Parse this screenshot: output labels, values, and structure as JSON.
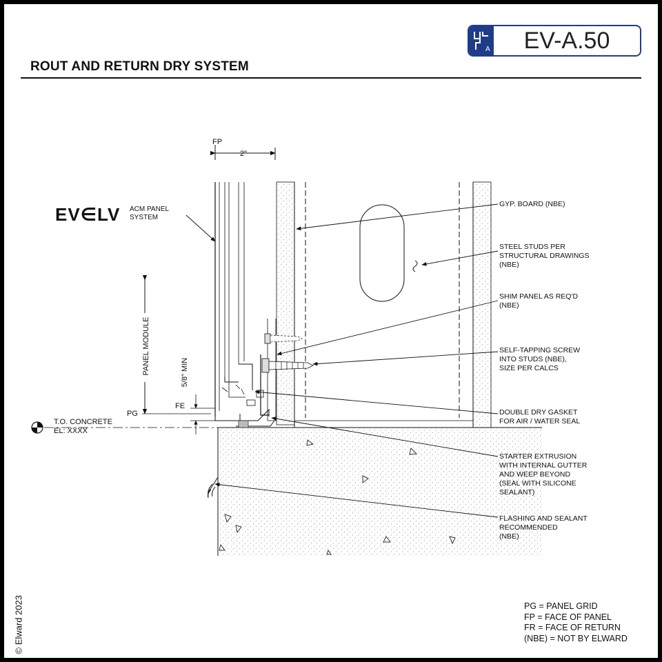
{
  "sheet": {
    "number": "EV-A.50",
    "title": "ROUT AND RETURN DRY SYSTEM",
    "copyright": "© Elward 2023",
    "brand_color": "#1f3c88"
  },
  "brand": {
    "name": "EV∈LV",
    "subtitle_line1": "ACM PANEL",
    "subtitle_line2": "SYSTEM"
  },
  "dimensions": {
    "fp": "FP",
    "width": "2\"",
    "fe": "FE",
    "pg": "PG",
    "panel_module": "PANEL MODULE",
    "min_frac_num": "5",
    "min_frac_den": "8",
    "min_unit": "\"",
    "min_text": "MIN"
  },
  "elevation": {
    "line1": "T.O. CONCRETE",
    "line2": "EL: XXXX"
  },
  "callouts": [
    {
      "lines": [
        "GYP. BOARD (NBE)"
      ]
    },
    {
      "lines": [
        "STEEL STUDS PER",
        "STRUCTURAL DRAWINGS",
        "(NBE)"
      ]
    },
    {
      "lines": [
        "SHIM PANEL AS REQ'D",
        "(NBE)"
      ]
    },
    {
      "lines": [
        "SELF-TAPPING SCREW",
        "INTO STUDS (NBE),",
        "SIZE PER CALCS"
      ]
    },
    {
      "lines": [
        "DOUBLE DRY GASKET",
        "FOR AIR / WATER SEAL"
      ]
    },
    {
      "lines": [
        "STARTER EXTRUSION",
        "WITH INTERNAL GUTTER",
        "AND WEEP BEYOND",
        "(SEAL WITH SILICONE",
        "SEALANT)"
      ]
    },
    {
      "lines": [
        "FLASHING AND SEALANT",
        "RECOMMENDED",
        "(NBE)"
      ]
    }
  ],
  "legend": [
    "PG = PANEL GRID",
    "FP = FACE OF PANEL",
    "FR = FACE OF RETURN",
    "(NBE) = NOT BY ELWARD"
  ]
}
